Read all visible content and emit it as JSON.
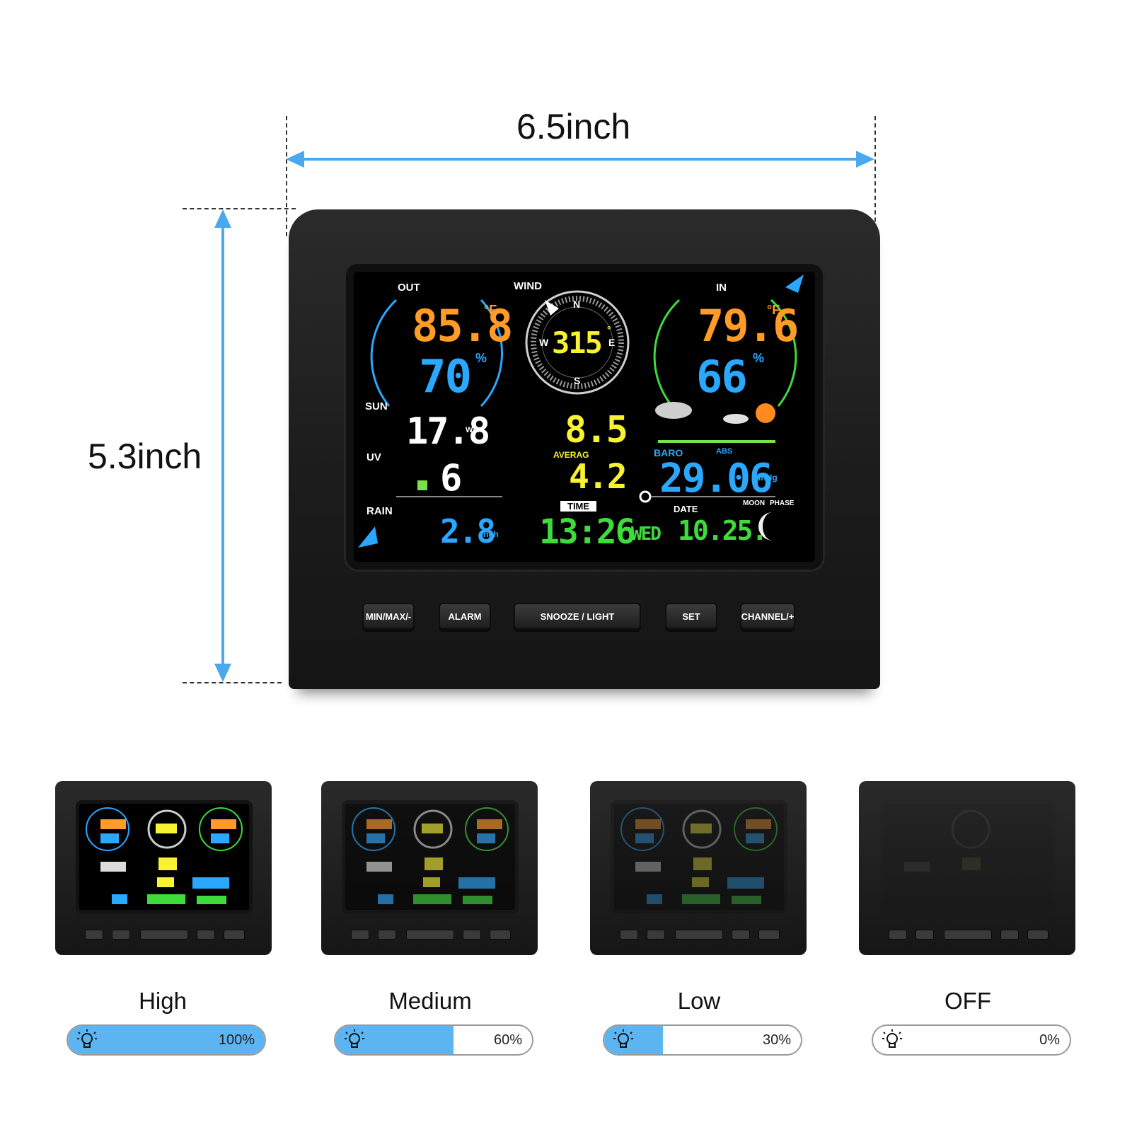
{
  "dimensions": {
    "width_label": "6.5inch",
    "height_label": "5.3inch"
  },
  "colors": {
    "arrow": "#4aa8ec",
    "fill": "#5cb4f0",
    "orange": "#ff9b26",
    "blue": "#2aa8ff",
    "yellow": "#f8f230",
    "green": "#3ddc3a"
  },
  "display": {
    "out": {
      "label": "OUT",
      "temp": "85.8",
      "temp_unit": "°F",
      "humidity": "70",
      "humidity_unit": "%"
    },
    "wind": {
      "label": "WIND",
      "direction": "315",
      "dir_unit": "°",
      "n": "N",
      "s": "S",
      "e": "E",
      "w": "W",
      "speed": "8.5",
      "average_label": "AVERAG",
      "average": "4.2"
    },
    "in": {
      "label": "IN",
      "temp": "79.6",
      "temp_unit": "°F",
      "humidity": "66",
      "humidity_unit": "%"
    },
    "sun": {
      "label": "SUN",
      "value": "17.8",
      "unit": "W/m²"
    },
    "uv": {
      "label": "UV",
      "value": "6"
    },
    "baro": {
      "label": "BARO",
      "mode": "ABS",
      "value": "29.06",
      "unit": "inHg"
    },
    "rain": {
      "label": "RAIN",
      "value": "2.8",
      "unit": "inch"
    },
    "time": {
      "label": "TIME",
      "value": "13:26",
      "weekday": "WED"
    },
    "date": {
      "label": "DATE",
      "value": "10.25."
    },
    "moon": {
      "label": "MOON",
      "phase_label": "PHASE"
    }
  },
  "buttons": [
    "MIN/MAX/-",
    "ALARM",
    "SNOOZE / LIGHT",
    "SET",
    "CHANNEL/+"
  ],
  "brightness_levels": [
    {
      "label": "High",
      "percent_text": "100%",
      "fraction": 1.0
    },
    {
      "label": "Medium",
      "percent_text": "60%",
      "fraction": 0.6
    },
    {
      "label": "Low",
      "percent_text": "30%",
      "fraction": 0.3
    },
    {
      "label": "OFF",
      "percent_text": "0%",
      "fraction": 0.0
    }
  ]
}
